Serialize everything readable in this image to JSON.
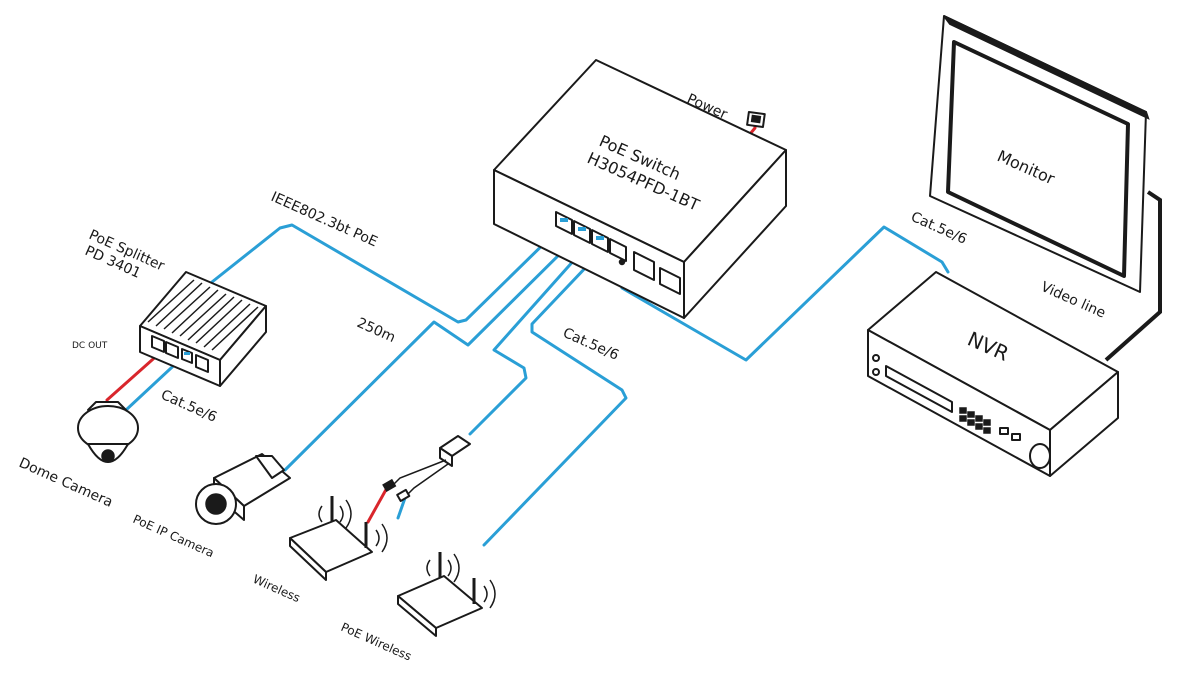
{
  "colors": {
    "cable": "#2a9fd6",
    "power_cable": "#d9262c",
    "outline": "#1a1a1a"
  },
  "labels": {
    "switch_line1": "PoE  Switch",
    "switch_line2": "H3054PFD-1BT",
    "power": "Power",
    "splitter_line1": "PoE Splitter",
    "splitter_line2": "PD 3401",
    "ieee": "IEEE802.3bt PoE",
    "distance": "250m",
    "cat_left": "Cat.5e/6",
    "cat_middle": "Cat.5e/6",
    "cat_right": "Cat.5e/6",
    "dc_out": "DC OUT",
    "dome_camera": "Dome Camera",
    "poe_ip_camera": "PoE IP Camera",
    "wireless": "Wireless",
    "poe_wireless": "PoE Wireless",
    "monitor": "Monitor",
    "nvr": "NVR",
    "video_line": "Video line"
  }
}
